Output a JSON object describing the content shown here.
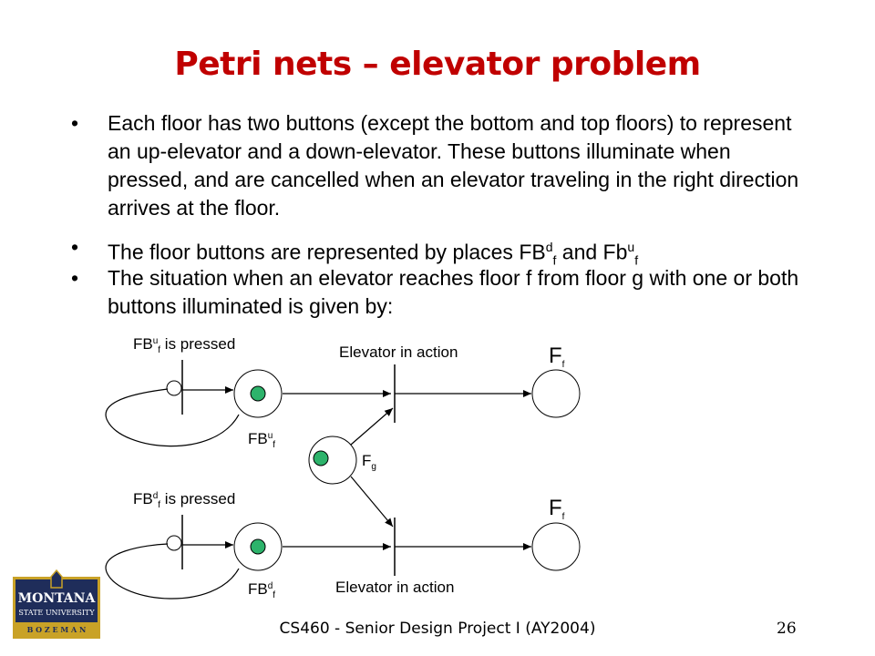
{
  "title": "Petri nets – elevator problem",
  "bullets": {
    "b1": "Each floor has two buttons (except the bottom and top floors) to represent an up-elevator and a down-elevator. These buttons illuminate when pressed, and are cancelled when an elevator traveling in the right direction arrives at the floor.",
    "b2_prefix": "The floor buttons are represented by places FB",
    "b2_sup1": "d",
    "b2_sub1": "f",
    "b2_mid": " and Fb",
    "b2_sup2": "u",
    "b2_sub2": "f",
    "b3": "The situation when an elevator reaches floor f from floor g with one or both buttons illuminated is given by:"
  },
  "diagram": {
    "fbu_pressed": {
      "base": "FB",
      "sup": "u",
      "sub": "f",
      "rest": " is pressed"
    },
    "fbd_pressed": {
      "base": "FB",
      "sup": "d",
      "sub": "f",
      "rest": " is pressed"
    },
    "elevator_top": "Elevator in action",
    "elevator_bottom": "Elevator in action",
    "ff_top": {
      "base": "F",
      "sub": "f"
    },
    "ff_bottom": {
      "base": "F",
      "sub": "f"
    },
    "fg": {
      "base": "F",
      "sub": "g"
    },
    "fbu_place": {
      "base": "FB",
      "sup": "u",
      "sub": "f"
    },
    "fbd_place": {
      "base": "FB",
      "sup": "d",
      "sub": "f"
    },
    "token_color": "#2db36b"
  },
  "footer": {
    "course": "CS460 - Senior Design Project I (AY2004)",
    "page": "26"
  },
  "logo": {
    "line1": "MONTANA",
    "line2": "STATE UNIVERSITY",
    "line3": "B O Z E M A N",
    "gold": "#c9a227",
    "navy": "#1f2d5a"
  },
  "colors": {
    "title": "#c00000"
  }
}
